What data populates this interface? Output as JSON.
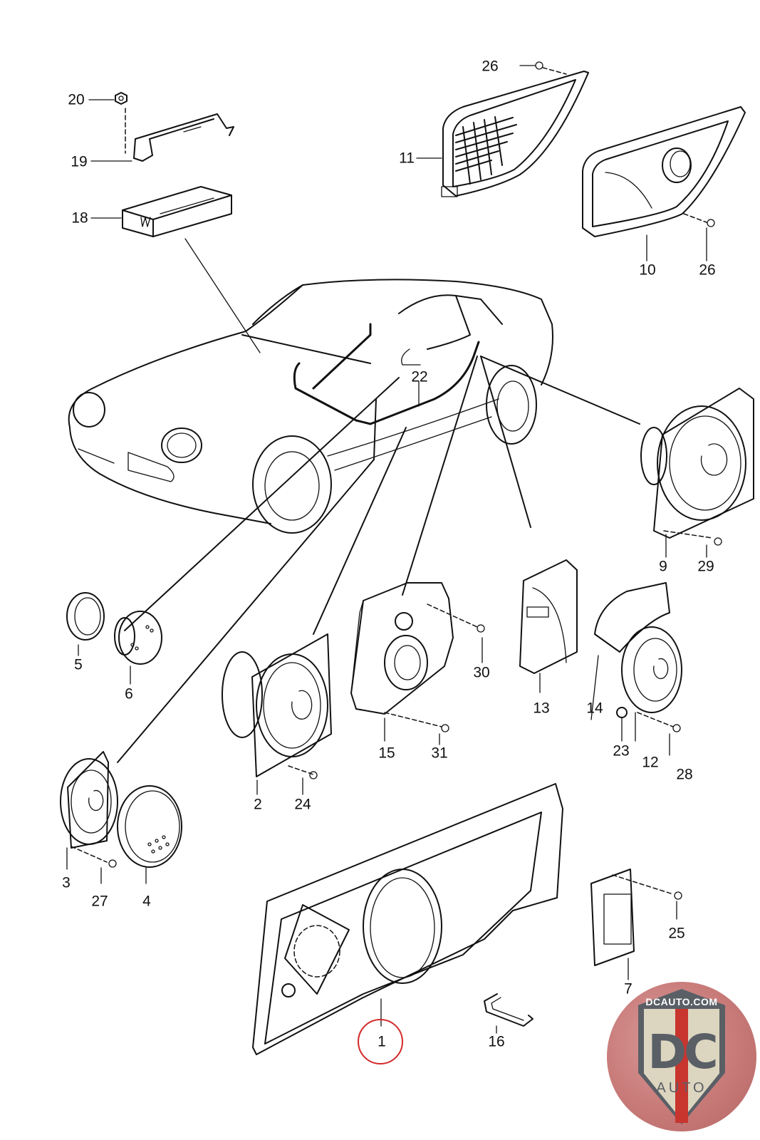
{
  "diagram": {
    "title": "Sound system parts breakdown",
    "highlighted_part": "1",
    "callouts": [
      {
        "id": "c20",
        "label": "20",
        "part": "nut"
      },
      {
        "id": "c19",
        "label": "19",
        "part": "bracket"
      },
      {
        "id": "c18",
        "label": "18",
        "part": "amplifier"
      },
      {
        "id": "c26a",
        "label": "26",
        "part": "screw"
      },
      {
        "id": "c11",
        "label": "11",
        "part": "speaker grille"
      },
      {
        "id": "c10",
        "label": "10",
        "part": "speaker housing"
      },
      {
        "id": "c26b",
        "label": "26",
        "part": "screw"
      },
      {
        "id": "c22",
        "label": "22",
        "part": "wiring harness"
      },
      {
        "id": "c9",
        "label": "9",
        "part": "speaker"
      },
      {
        "id": "c29",
        "label": "29",
        "part": "screw"
      },
      {
        "id": "c5",
        "label": "5",
        "part": "ring"
      },
      {
        "id": "c6",
        "label": "6",
        "part": "tweeter"
      },
      {
        "id": "c30",
        "label": "30",
        "part": "screw"
      },
      {
        "id": "c13",
        "label": "13",
        "part": "control unit"
      },
      {
        "id": "c14",
        "label": "14",
        "part": "speaker cup"
      },
      {
        "id": "c2",
        "label": "2",
        "part": "speaker"
      },
      {
        "id": "c24",
        "label": "24",
        "part": "screw"
      },
      {
        "id": "c15",
        "label": "15",
        "part": "speaker box"
      },
      {
        "id": "c31",
        "label": "31",
        "part": "screw"
      },
      {
        "id": "c23",
        "label": "23",
        "part": "clip nut"
      },
      {
        "id": "c12",
        "label": "12",
        "part": "speaker"
      },
      {
        "id": "c28",
        "label": "28",
        "part": "screw"
      },
      {
        "id": "c3",
        "label": "3",
        "part": "speaker"
      },
      {
        "id": "c27",
        "label": "27",
        "part": "screw"
      },
      {
        "id": "c4",
        "label": "4",
        "part": "grille cover"
      },
      {
        "id": "c25",
        "label": "25",
        "part": "screw"
      },
      {
        "id": "c7",
        "label": "7",
        "part": "amplifier module"
      },
      {
        "id": "c1",
        "label": "1",
        "part": "speaker panel"
      },
      {
        "id": "c16",
        "label": "16",
        "part": "bracket"
      }
    ]
  },
  "watermark": {
    "site": "DCAUTO.COM",
    "brand": "DC",
    "sub": "AUTO",
    "colors": {
      "shield": "#5a5f66",
      "accent": "#c8352f",
      "background": "#c77a78",
      "face": "#dcd5bf"
    }
  },
  "highlight_color": "#d42a2a"
}
